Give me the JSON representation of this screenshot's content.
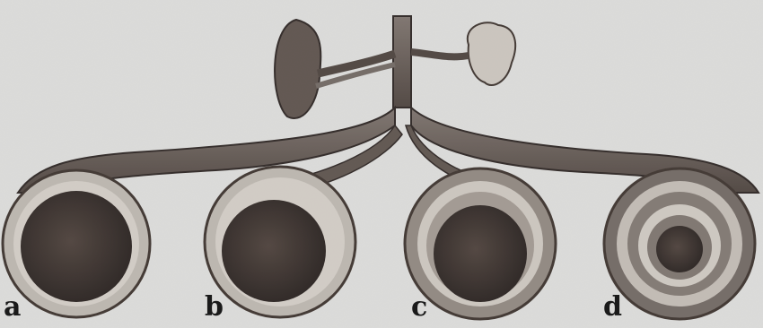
{
  "figure": {
    "labels": [
      "a",
      "b",
      "c",
      "d"
    ],
    "colors": {
      "background": "#d9d9d7",
      "vessel_dark": "#3a302b",
      "vessel_mid": "#6e6560",
      "vessel_light": "#b9b3ac",
      "lumen": "#2a2220"
    }
  }
}
